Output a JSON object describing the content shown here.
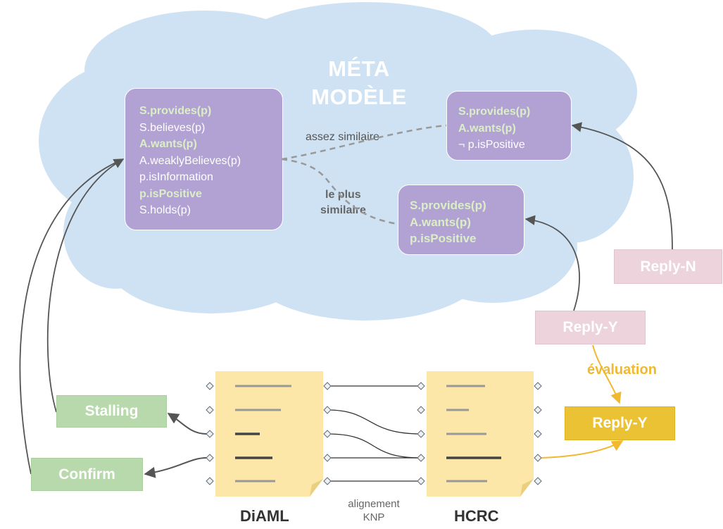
{
  "title": {
    "line1": "MÉTA",
    "line2": "MODÈLE"
  },
  "boxes": {
    "main": [
      "S.provides(p)",
      "S.believes(p)",
      "A.wants(p)",
      "A.weaklyBelieves(p)",
      "p.isInformation",
      "p.isPositive",
      "S.holds(p)"
    ],
    "top_right": [
      "S.provides(p)",
      "A.wants(p)",
      "¬ p.isPositive"
    ],
    "middle": [
      "S.provides(p)",
      "A.wants(p)",
      "p.isPositive"
    ]
  },
  "edges": {
    "assez_similaire": "assez similaire",
    "le_plus": "le plus",
    "similaire": "similaire"
  },
  "buttons": {
    "stalling": "Stalling",
    "confirm": "Confirm",
    "reply_n": "Reply-N",
    "reply_y_pink": "Reply-Y",
    "reply_y_gold": "Reply-Y"
  },
  "labels": {
    "evaluation": "évaluation",
    "diaml": "DiAML",
    "hcrc": "HCRC",
    "alignement": "alignement",
    "knp": "KNP"
  },
  "colors": {
    "cloud": "#cfe2f3",
    "purple_box": "#b1a2d3",
    "highlight_text": "#dbeec6",
    "green_button": "#b7d9ac",
    "pink_button": "#ecd3dc",
    "gold_button": "#ebc233",
    "document": "#fce6a8",
    "arrow": "#555555",
    "gold_arrow": "#f0b92f"
  }
}
